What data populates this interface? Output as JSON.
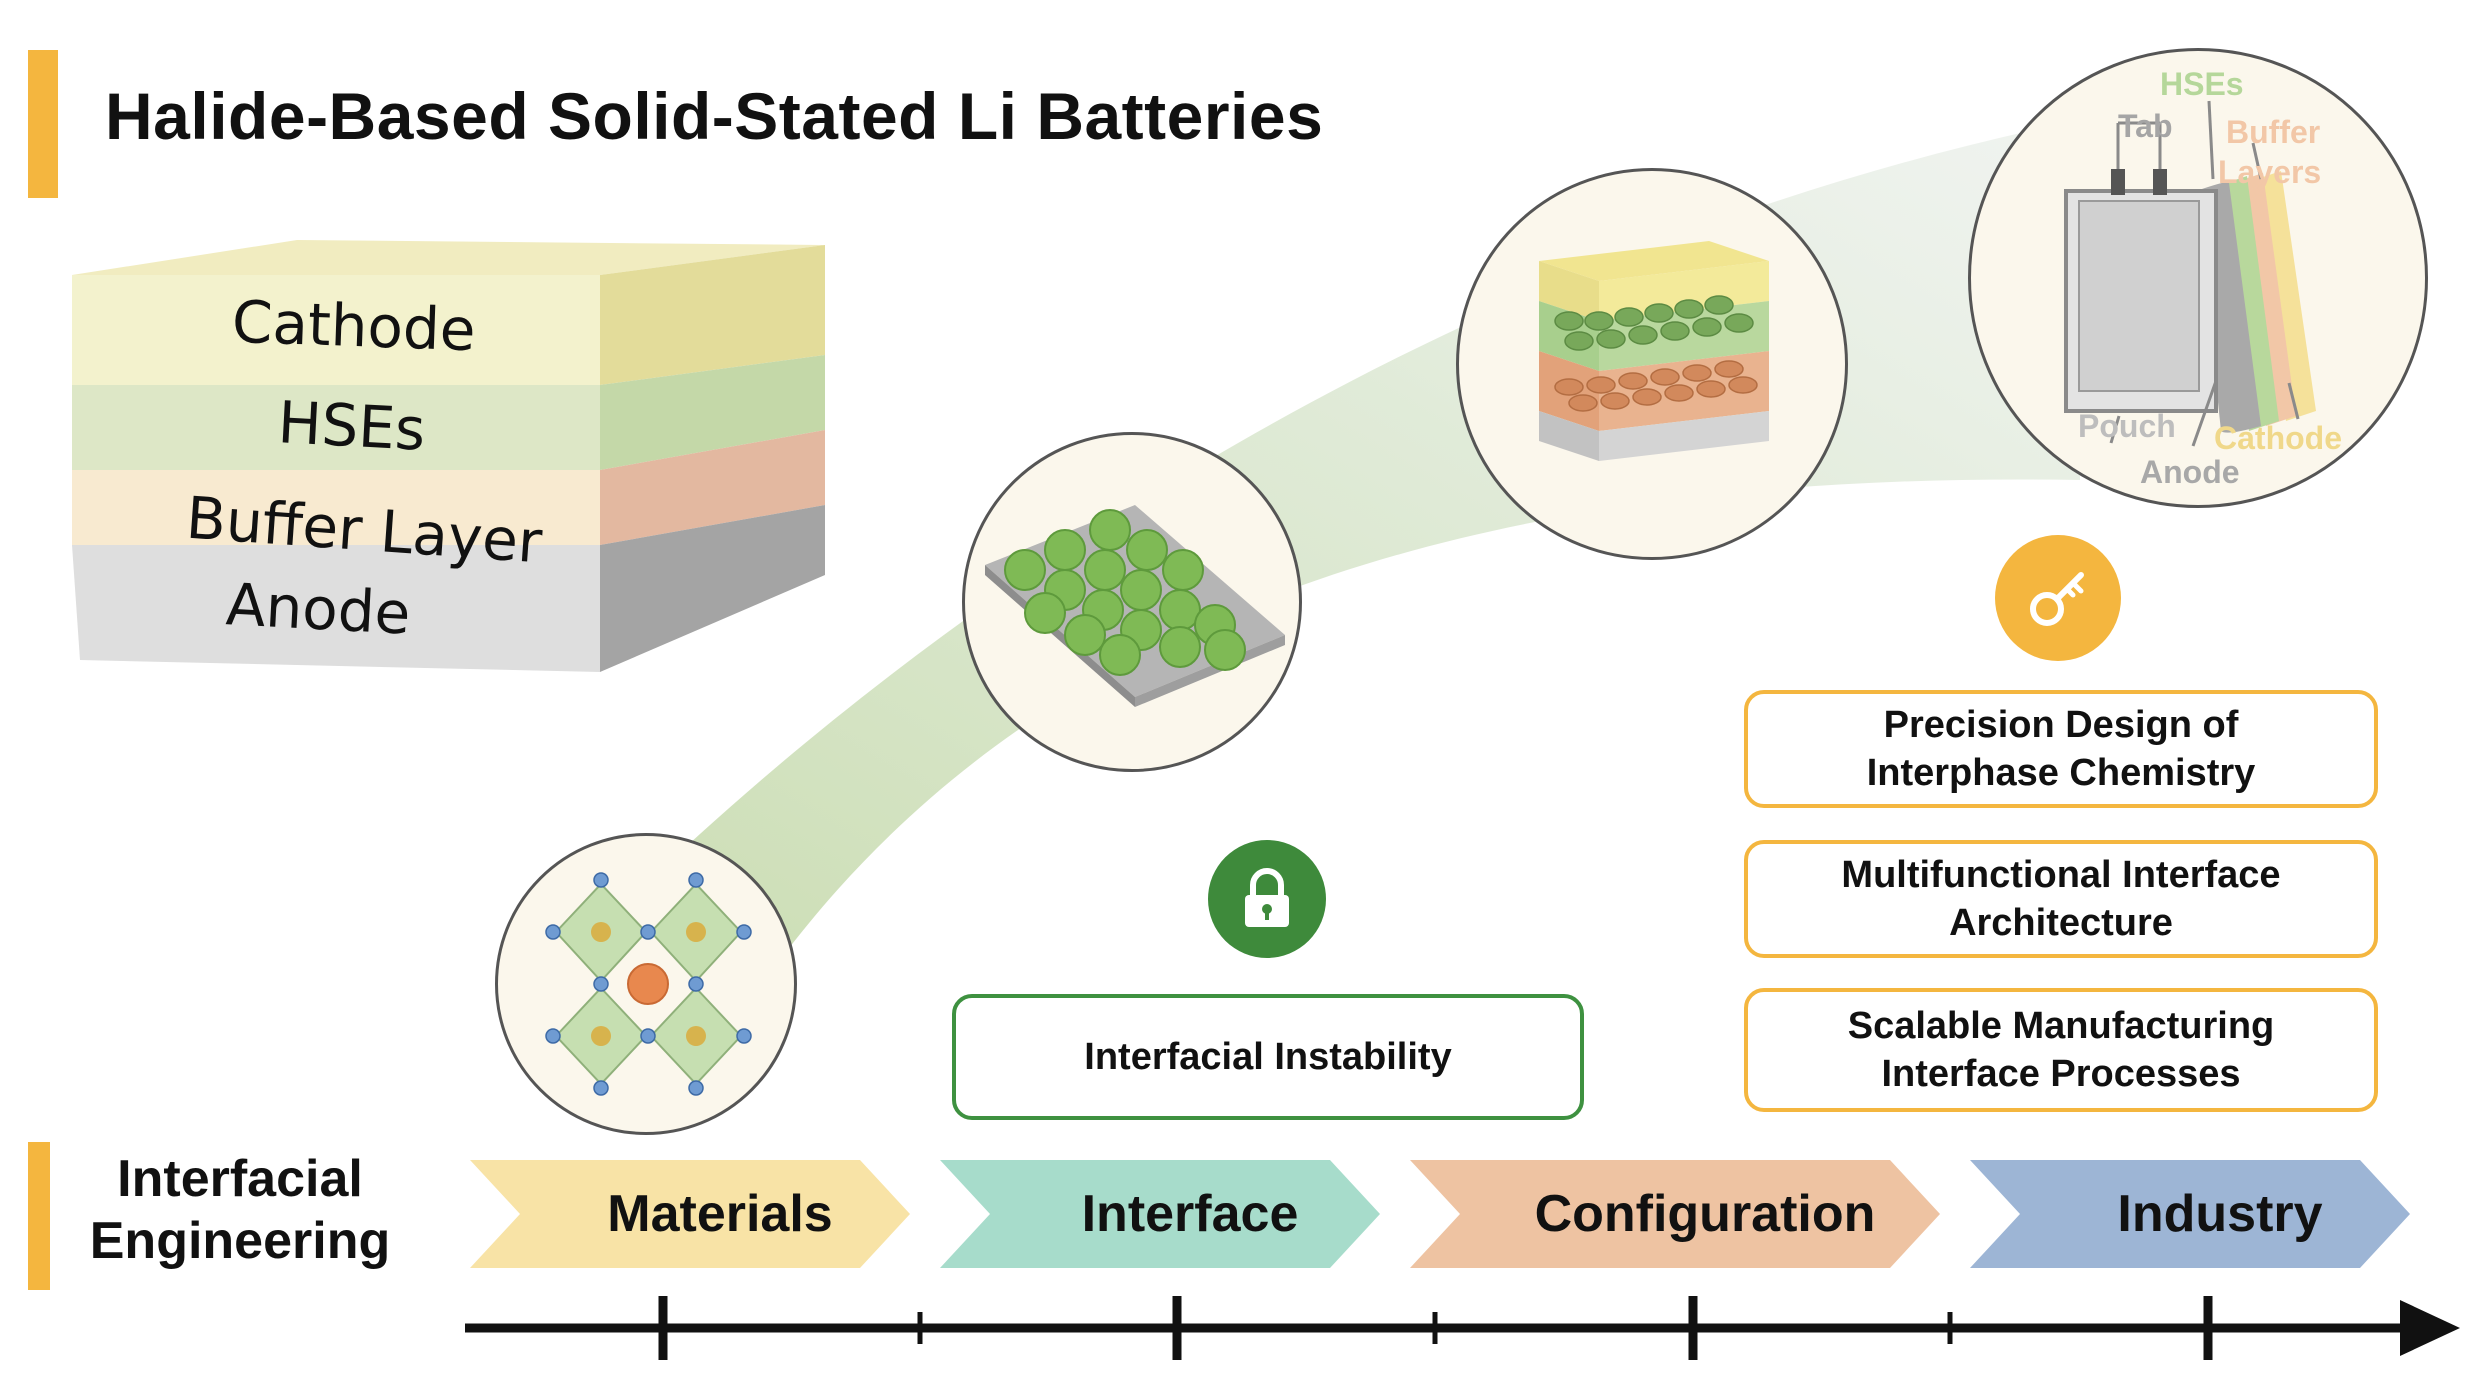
{
  "title": "Halide-Based Solid-Stated Li Batteries",
  "cube": {
    "layers": [
      "Cathode",
      "HSEs",
      "Buffer Layer",
      "Anode"
    ]
  },
  "pouch": {
    "labels": {
      "hses": "HSEs",
      "tab": "Tab",
      "buffer_layers_line1": "Buffer",
      "buffer_layers_line2": "Layers",
      "pouch": "Pouch",
      "cathode": "Cathode",
      "anode": "Anode"
    }
  },
  "challenge": {
    "icon": "lock-icon",
    "label": "Interfacial Instability"
  },
  "solutions": {
    "icon": "key-icon",
    "items": [
      {
        "line1": "Precision Design of",
        "line2": "Interphase Chemistry"
      },
      {
        "line1": "Multifunctional Interface",
        "line2": "Architecture"
      },
      {
        "line1": "Scalable Manufacturing",
        "line2": "Interface Processes"
      }
    ]
  },
  "timeline": {
    "heading_line1": "Interfacial",
    "heading_line2": "Engineering",
    "stages": [
      "Materials",
      "Interface",
      "Configuration",
      "Industry"
    ]
  },
  "colors": {
    "accent": "#f4b63f",
    "materials": "#f8e3a6",
    "interface": "#a7dccb",
    "configuration": "#eec3a2",
    "industry": "#9db5d5",
    "lock": "#3e8a3b",
    "key": "#f4b63f"
  }
}
